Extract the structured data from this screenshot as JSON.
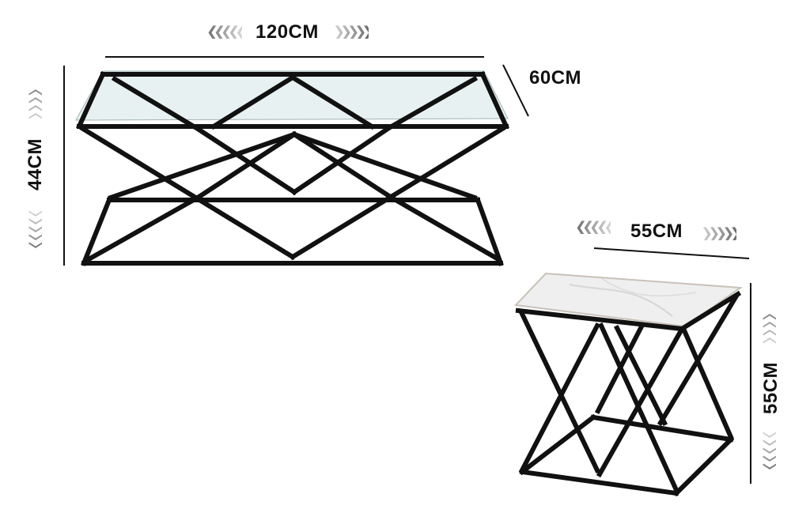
{
  "coffee_table": {
    "name": "Glass top coffee table",
    "width_label": "120CM",
    "depth_label": "60CM",
    "height_label": "44CM",
    "top_material": "glass",
    "frame_color": "#111111",
    "glass_color": "#e8f1f1"
  },
  "side_table": {
    "name": "Marble top side table",
    "width_label": "55CM",
    "height_label": "55CM",
    "top_material": "marble",
    "frame_color": "#111111",
    "marble_color": "#eeeeee"
  },
  "arrows": {
    "left": "❮❮❮❮❮",
    "right": "❯❯❯❯❯",
    "up": "︿︿︿︿︿",
    "down": "﹀﹀﹀﹀﹀"
  },
  "colors": {
    "background": "#ffffff",
    "text": "#111111",
    "dimension_line": "#111111",
    "arrow_gradient_dark": "#6b6b6b",
    "arrow_gradient_light": "#d8d8d8"
  }
}
